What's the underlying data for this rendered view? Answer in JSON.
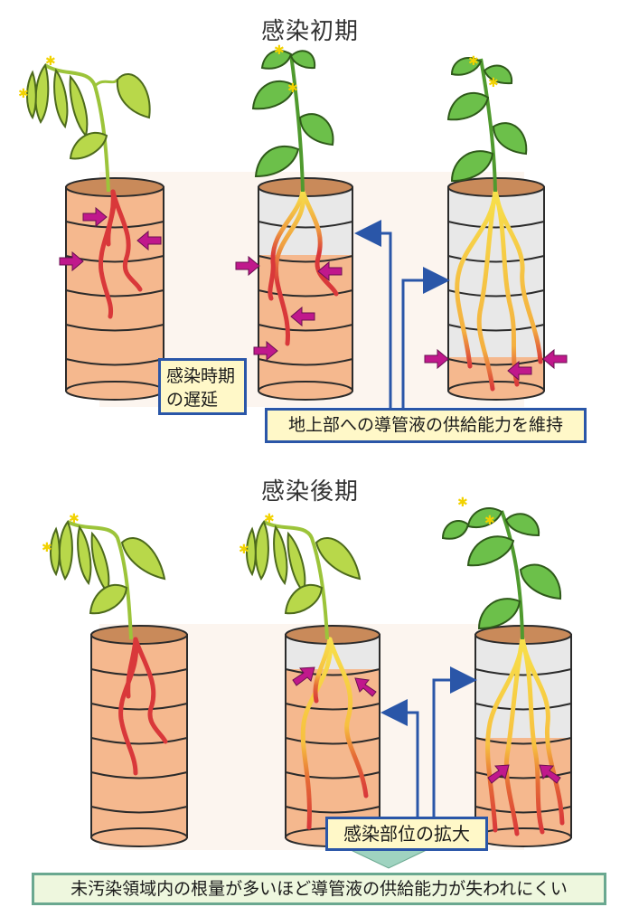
{
  "sections": {
    "early": {
      "title": "感染初期"
    },
    "late": {
      "title": "感染後期"
    }
  },
  "boxes": {
    "delay": {
      "line1": "感染時期",
      "line2": "の遅延"
    },
    "maintain": "地上部への導管液の供給能力を維持",
    "spread": "感染部位の拡大",
    "conclusion": "未汚染領域内の根量が多いほど導管液の供給能力が失われにくい"
  },
  "colors": {
    "infected_soil": "#f5b88e",
    "clean_soil": "#e8e8e8",
    "arrow_blue": "#2a56a8",
    "infection_arrow": "#c0188c",
    "healthy_leaf": "#6cc04a",
    "wilted_leaf": "#b8d84a",
    "root_infected": "#d9383a",
    "root_healthy": "#f7e04a"
  }
}
